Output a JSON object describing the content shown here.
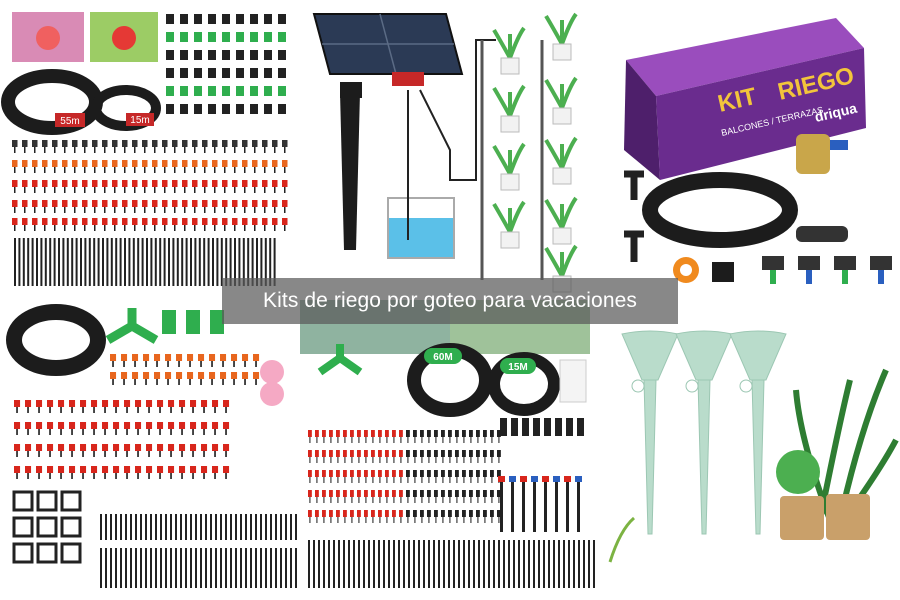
{
  "caption": {
    "title": "Kits de riego por goteo para vacaciones"
  },
  "panel_1": {
    "hose_labels": [
      "55m",
      "15m"
    ]
  },
  "panel_3": {
    "box_brand": "driqua",
    "box_title_lines": [
      "KIT",
      "RIEGO"
    ],
    "box_subtitle": "BALCONES / TERRAZAS"
  },
  "panel_5": {
    "reel_labels": [
      "60M",
      "15M"
    ]
  },
  "colors": {
    "hose": "#1c1c1c",
    "dripper_red": "#d8261c",
    "dripper_orange": "#e8661e",
    "connector_green": "#2fae4e",
    "box_purple": "#6a2c8e",
    "spike_mint": "#b9dccb",
    "water": "#5bc0e8",
    "caption_overlay": "#5a5a5a"
  }
}
